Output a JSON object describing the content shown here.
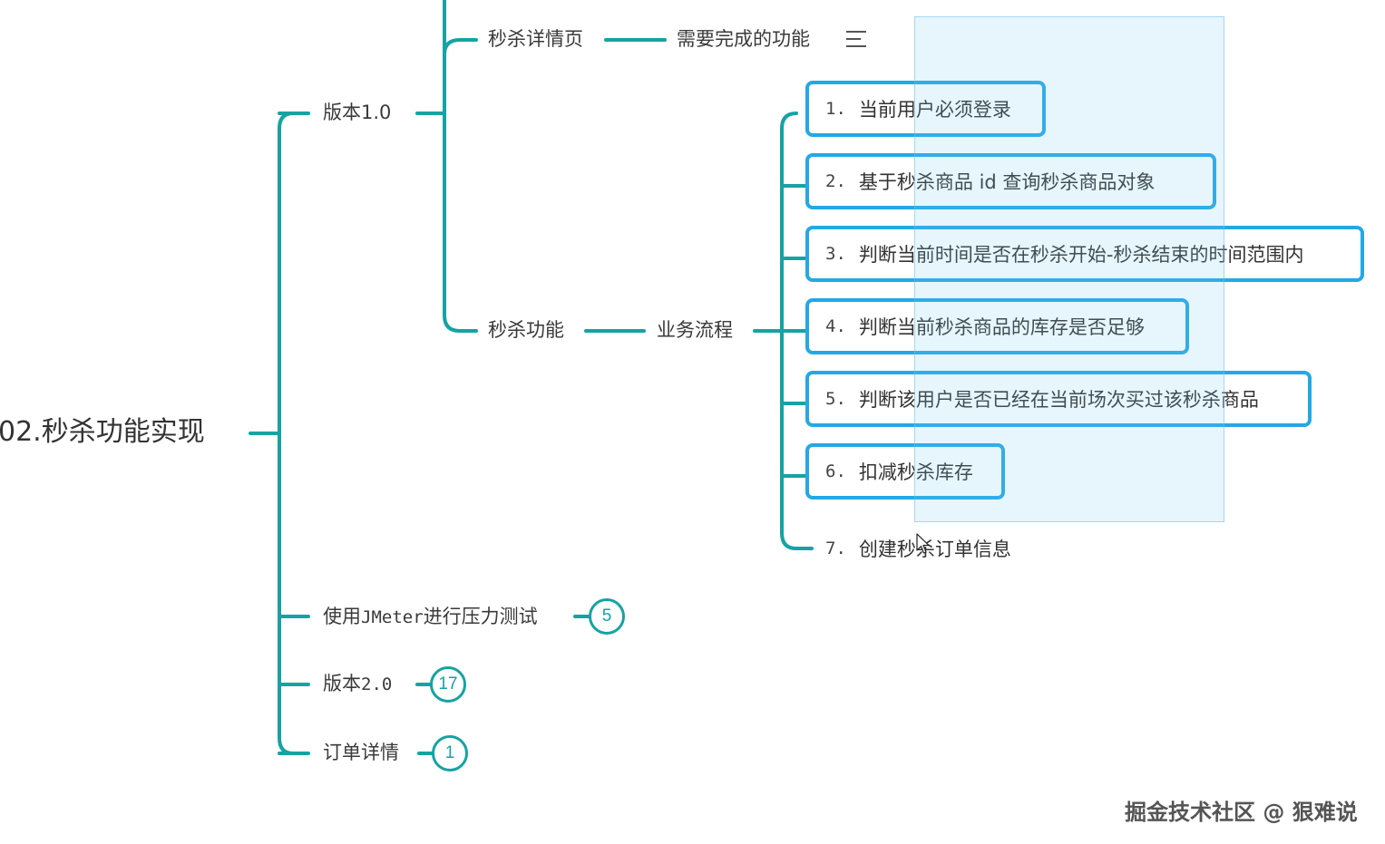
{
  "root": {
    "label": "02.秒杀功能实现"
  },
  "version1": {
    "label": "版本1.0"
  },
  "detail_page": {
    "label": "秒杀详情页",
    "child": "需要完成的功能"
  },
  "seckill_feature": {
    "label": "秒杀功能",
    "child": "业务流程"
  },
  "steps": [
    {
      "num": "1.",
      "text": "当前用户必须登录"
    },
    {
      "num": "2.",
      "text": "基于秒杀商品 id 查询秒杀商品对象"
    },
    {
      "num": "3.",
      "text": "判断当前时间是否在秒杀开始-秒杀结束的时间范围内"
    },
    {
      "num": "4.",
      "text": "判断当前秒杀商品的库存是否足够"
    },
    {
      "num": "5.",
      "text": "判断该用户是否已经在当前场次买过该秒杀商品"
    },
    {
      "num": "6.",
      "text": "扣减秒杀库存"
    },
    {
      "num": "7.",
      "text": "创建秒杀订单信息"
    }
  ],
  "jmeter": {
    "label_pre": "使用",
    "label_mid": "JMeter",
    "label_post": "进行压力测试",
    "count": "5"
  },
  "version2": {
    "label_pre": "版本",
    "label_num": "2.0",
    "count": "17"
  },
  "order_detail": {
    "label": "订单详情",
    "count": "1"
  },
  "watermark": "掘金技术社区 @ 狠难说",
  "colors": {
    "branch": "#15a3a3",
    "box_border": "#23a8e6",
    "selection": "#78c8f5"
  },
  "icons": {
    "note": "menu-lines-icon",
    "pointer": "mouse-cursor-icon"
  }
}
